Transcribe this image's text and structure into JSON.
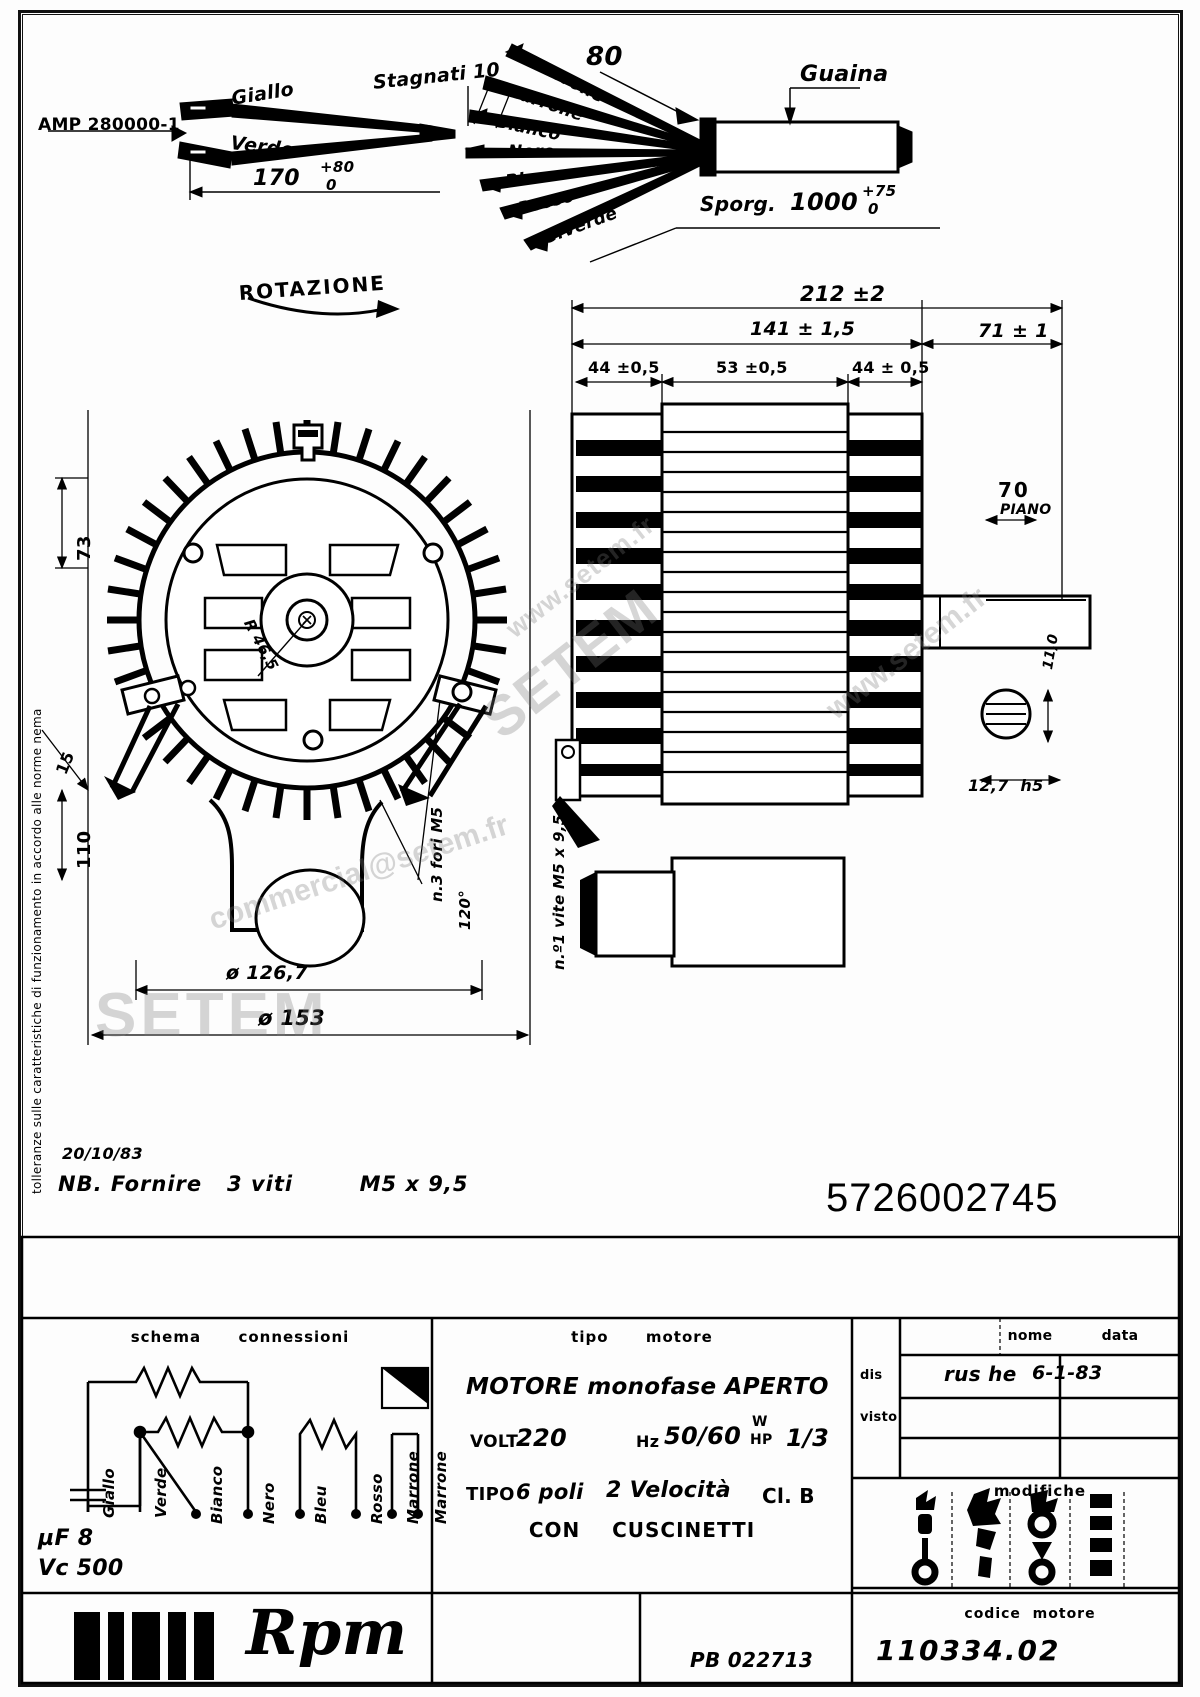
{
  "drawing": {
    "number": "5726002745",
    "margin_note": "tolleranze sulle caratteristiche di funzionamento in accordo alle norme nema",
    "date_note": "20/10/83",
    "supply_note": "NB. Fornire   3 viti        M5 x 9,5"
  },
  "harness_left": {
    "connector": "AMP 280000-1",
    "wire_top": "Giallo",
    "wire_bottom": "Verde",
    "length": "170",
    "tol_plus": "+80",
    "tol_minus": "0"
  },
  "harness_right": {
    "tinned": "Stagnati 10",
    "spread": "80",
    "sheath": "Guaina",
    "protrusion_label": "Sporg.",
    "protrusion_value": "1000",
    "protrusion_tol_plus": "+75",
    "protrusion_tol_minus": "0",
    "wires": [
      "Marrone",
      "Marrone",
      "Bianco",
      "Nero",
      "Bleu",
      "Rosso",
      "G.Verde"
    ]
  },
  "rotation_label": "ROTAZIONE",
  "dimensions": {
    "total_length": "212 ±2",
    "body_length": "141 ± 1,5",
    "shaft_length": "71 ± 1",
    "seg_a": "44 ±0,5",
    "seg_b": "53 ±0,5",
    "seg_c": "44 ± 0,5",
    "flat_len": "70",
    "flat_label": "PIANO",
    "shaft_dia": "11,0",
    "shaft_flat": "12,7  h5",
    "height_73": "73",
    "height_110": "110",
    "height_15": "15",
    "dia_outer": "ø 153",
    "dia_bolt": "ø 126,7",
    "bolt_note": "n.3 fori M5",
    "bolt_angle": "120°",
    "screw_note": "n.º1 vite M5 x 9,5",
    "radius": "R 46,5"
  },
  "title_block": {
    "schema_header": "schema      connessioni",
    "schema_wires": [
      "Giallo",
      "Verde",
      "Bianco",
      "Nero",
      "Bleu",
      "Rosso",
      "Marrone",
      "Marrone"
    ],
    "capacitor_mf": "µF 8",
    "capacitor_vc": "Vc 500",
    "tipo_header": "tipo      motore",
    "motor_type": "MOTORE monofase APERTO",
    "volt_label": "VOLT",
    "volt_value": "220",
    "hz_label": "Hz",
    "hz_value": "50/60",
    "power_num": "W",
    "power_den": "HP",
    "power_value": "1/3",
    "tipo_label": "TIPO",
    "poles": "6 poli",
    "speeds": "2 Velocità",
    "class_label": "Cl. B",
    "bearings": "CON    CUSCINETTI",
    "nome_header": "nome",
    "data_header": "data",
    "dis_label": "dis",
    "visto_label": "visto",
    "dis_name": "rus he",
    "dis_date": "6-1-83",
    "modifiche_header": "modifiche",
    "codice_header": "codice  motore",
    "codice_value": "110334.02",
    "drawing_code": "PB 022713",
    "brand": "Rpm"
  },
  "watermarks": {
    "w1": "SETEM",
    "w2": "www.setem.fr",
    "w3": "SETEM",
    "w4": "commercial@setem.fr",
    "w5": "www.setem.fr"
  }
}
